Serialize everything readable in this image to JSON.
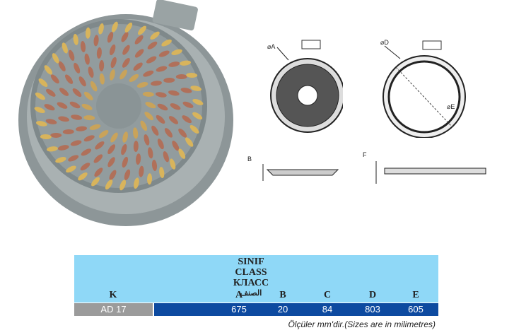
{
  "drawings": {
    "label_a": "A",
    "label_d": "D",
    "label_e": "E",
    "label_b": "B",
    "label_f": "F",
    "diameter_symbol": "⌀"
  },
  "table": {
    "headers": {
      "k": "K",
      "class_lines": [
        "SINIF",
        "CLASS",
        "КЛАСС",
        "الصنف"
      ],
      "a": "A",
      "b": "B",
      "c": "C",
      "d": "D",
      "e": "E"
    },
    "row": {
      "k": "AD 17",
      "class": "",
      "a": "675",
      "b": "20",
      "c": "84",
      "d": "803",
      "e": "605"
    },
    "caption": "Ölçüler mm'dir.(Sizes are in milimetres)"
  },
  "colors": {
    "header_bg": "#8fd8f7",
    "row_bg": "#0d4aa0",
    "k_bg": "#9b9b9b"
  }
}
